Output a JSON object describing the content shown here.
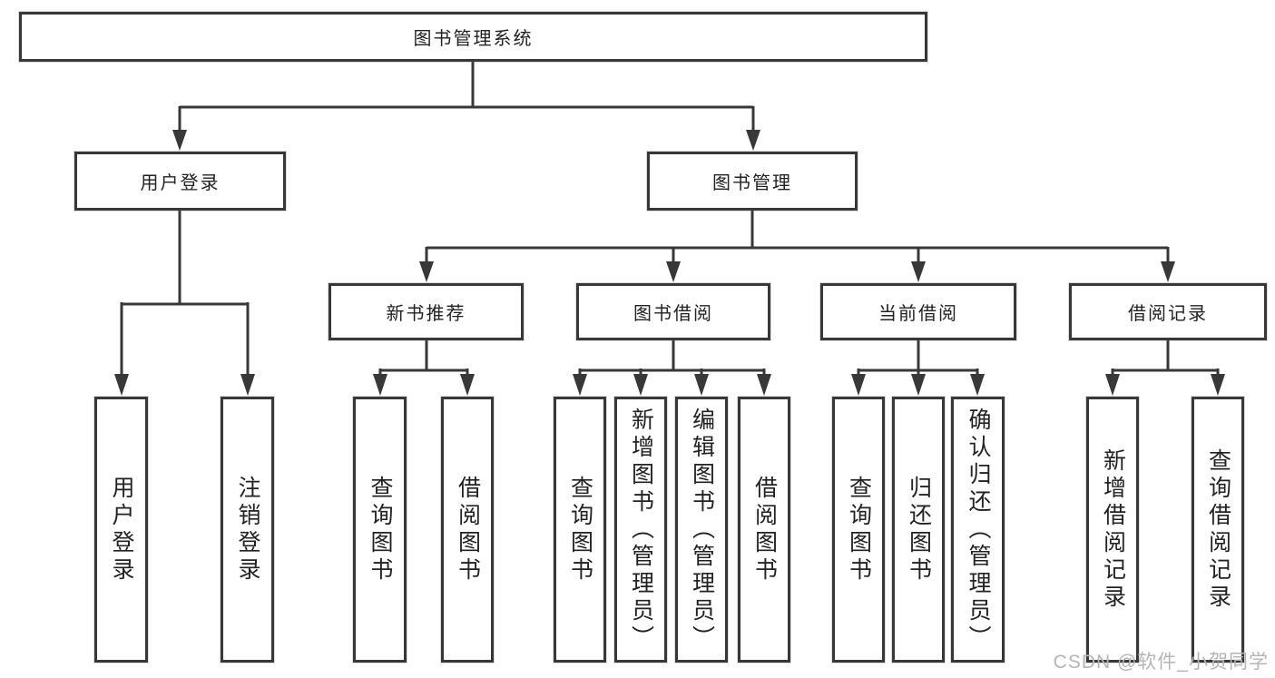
{
  "diagram": {
    "root": {
      "label": "图书管理系统"
    },
    "level2": [
      {
        "label": "用户登录"
      },
      {
        "label": "图书管理"
      }
    ],
    "level3": [
      {
        "label": "新书推荐"
      },
      {
        "label": "图书借阅"
      },
      {
        "label": "当前借阅"
      },
      {
        "label": "借阅记录"
      }
    ],
    "leaves": {
      "user_login": [
        {
          "label": "用户登录"
        },
        {
          "label": "注销登录"
        }
      ],
      "new_book": [
        {
          "label": "查询图书"
        },
        {
          "label": "借阅图书"
        }
      ],
      "book_borrow": [
        {
          "label": "查询图书"
        },
        {
          "label": "新增图书（管理员）"
        },
        {
          "label": "编辑图书（管理员）"
        },
        {
          "label": "借阅图书"
        }
      ],
      "current_borrow": [
        {
          "label": "查询图书"
        },
        {
          "label": "归还图书"
        },
        {
          "label": "确认归还（管理员）"
        }
      ],
      "borrow_record": [
        {
          "label": "新增借阅记录"
        },
        {
          "label": "查询借阅记录"
        }
      ]
    },
    "colors": {
      "line": "#383838",
      "text": "#222222",
      "watermark": "#b5b5b5",
      "background": "#ffffff"
    }
  },
  "watermark": {
    "text": "CSDN @软件_小贺同学"
  }
}
